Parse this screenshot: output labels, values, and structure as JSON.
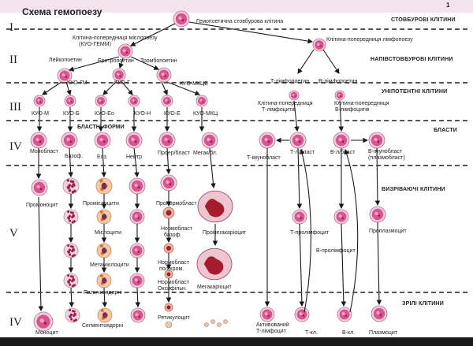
{
  "page_number": "1",
  "title": "Схема гемопоезу",
  "roman_numerals": [
    "I",
    "II",
    "III",
    "IV",
    "V",
    "IV"
  ],
  "zones": [
    "СТОВБУРОВІ КЛІТИНИ",
    "НАПІВСТОВБУРОВІ КЛІТИНИ",
    "УНІПОТЕНТНІ КЛІТИНИ",
    "БЛАСТИ",
    "ВИЗРІВАЮЧІ КЛІТИНИ",
    "ЗРІЛІ КЛІТИНИ"
  ],
  "labels": {
    "stem_cell": "Гемопоетична стовбурова клітина",
    "myelo_progenitor_1": "Клітина-попередниця мієлопоезу",
    "myelo_progenitor_2": "(КУО-ГЕММ)",
    "lympho_progenitor": "Клітина-попередниця лімфопоезу",
    "leukopoietin": "Лейкопоетин",
    "erythropoietin": "Еритропоетин",
    "thrombopoietin": "Тромбопоетин",
    "t_lymphopoietin": "Т-лімфопоетин",
    "b_lymphopoietin": "В-лімфопоетин",
    "kuo_gm": "КУО-ГМ",
    "kuo_g": "КУО-Г",
    "kuo_mkce": "КУО-МКЦЕ",
    "t_precursor_1": "Клітина-попередниця",
    "t_precursor_2": "Т-лімфоцитів",
    "b_precursor_1": "Клітина-попередниця",
    "b_precursor_2": "В-лімфоцитів",
    "kuo_m": "КУО-М",
    "kuo_b": "КУО-Б",
    "kuo_eo": "КУО-Ео",
    "kuo_n": "КУО-Н",
    "kuo_e": "КУО-Е",
    "kuo_mkc": "КУО-МКЦ",
    "blast_forms": "БЛАСТНІ ФОРМИ",
    "monoblast": "Монобласт",
    "bazof": "Базоф.",
    "eoz": "Еоз.",
    "neitr": "Нейтр.",
    "proerblast": "Проер/бласт",
    "megakbl": "Мегак/бл.",
    "t_immunoblast": "Т-імунобласт",
    "t_lblast": "Т-л/бласт",
    "b_lblast": "В-л/бласт",
    "b_immunoblast_1": "В-імунобласт",
    "b_immunoblast_2": "(плазмобласт)",
    "promonocyte": "Промоноцит",
    "promyelocytes": "Промієлоцити",
    "pronormoblast": "Пронормобласт",
    "promegakaryocyte": "Промегакаріоцит",
    "myelocytes": "Мієлоцити",
    "metamyelocytes": "Метамієлоцити",
    "band": "Паличкоядерні",
    "normoblast_baz_1": "Нормобласт",
    "normoblast_baz_2": "базоф.",
    "normoblast_pol_1": "Нормобласт",
    "normoblast_pol_2": "поліхром.",
    "normoblast_ox_1": "Нормобласт",
    "normoblast_ox_2": "Оксифільн.",
    "megakaryocyte": "Мегакаріоцит",
    "t_prolymphocyte": "Т-пролімфоцит",
    "b_prolymphocyte": "В-пролімфоцит",
    "proplasmocyte": "Проплазмоцит",
    "monocyte": "Моноцит",
    "segmented": "Сегментоядерні",
    "reticulocyte": "Ретикулоцит",
    "activated_t_1": "Активований",
    "activated_t_2": "Т-лімфоцит",
    "t_cell": "Т-кл.",
    "b_cell": "В-кл.",
    "plasmocyte": "Плазмоцит"
  },
  "colors": {
    "cell_body": "#d9548f",
    "cell_core": "#9c1e52",
    "blast_body": "#c94d8b",
    "eo_granule": "#e0743a",
    "rbc_dark": "#a51c2c",
    "arrow": "#1a1a1a",
    "separator": "#555555"
  }
}
